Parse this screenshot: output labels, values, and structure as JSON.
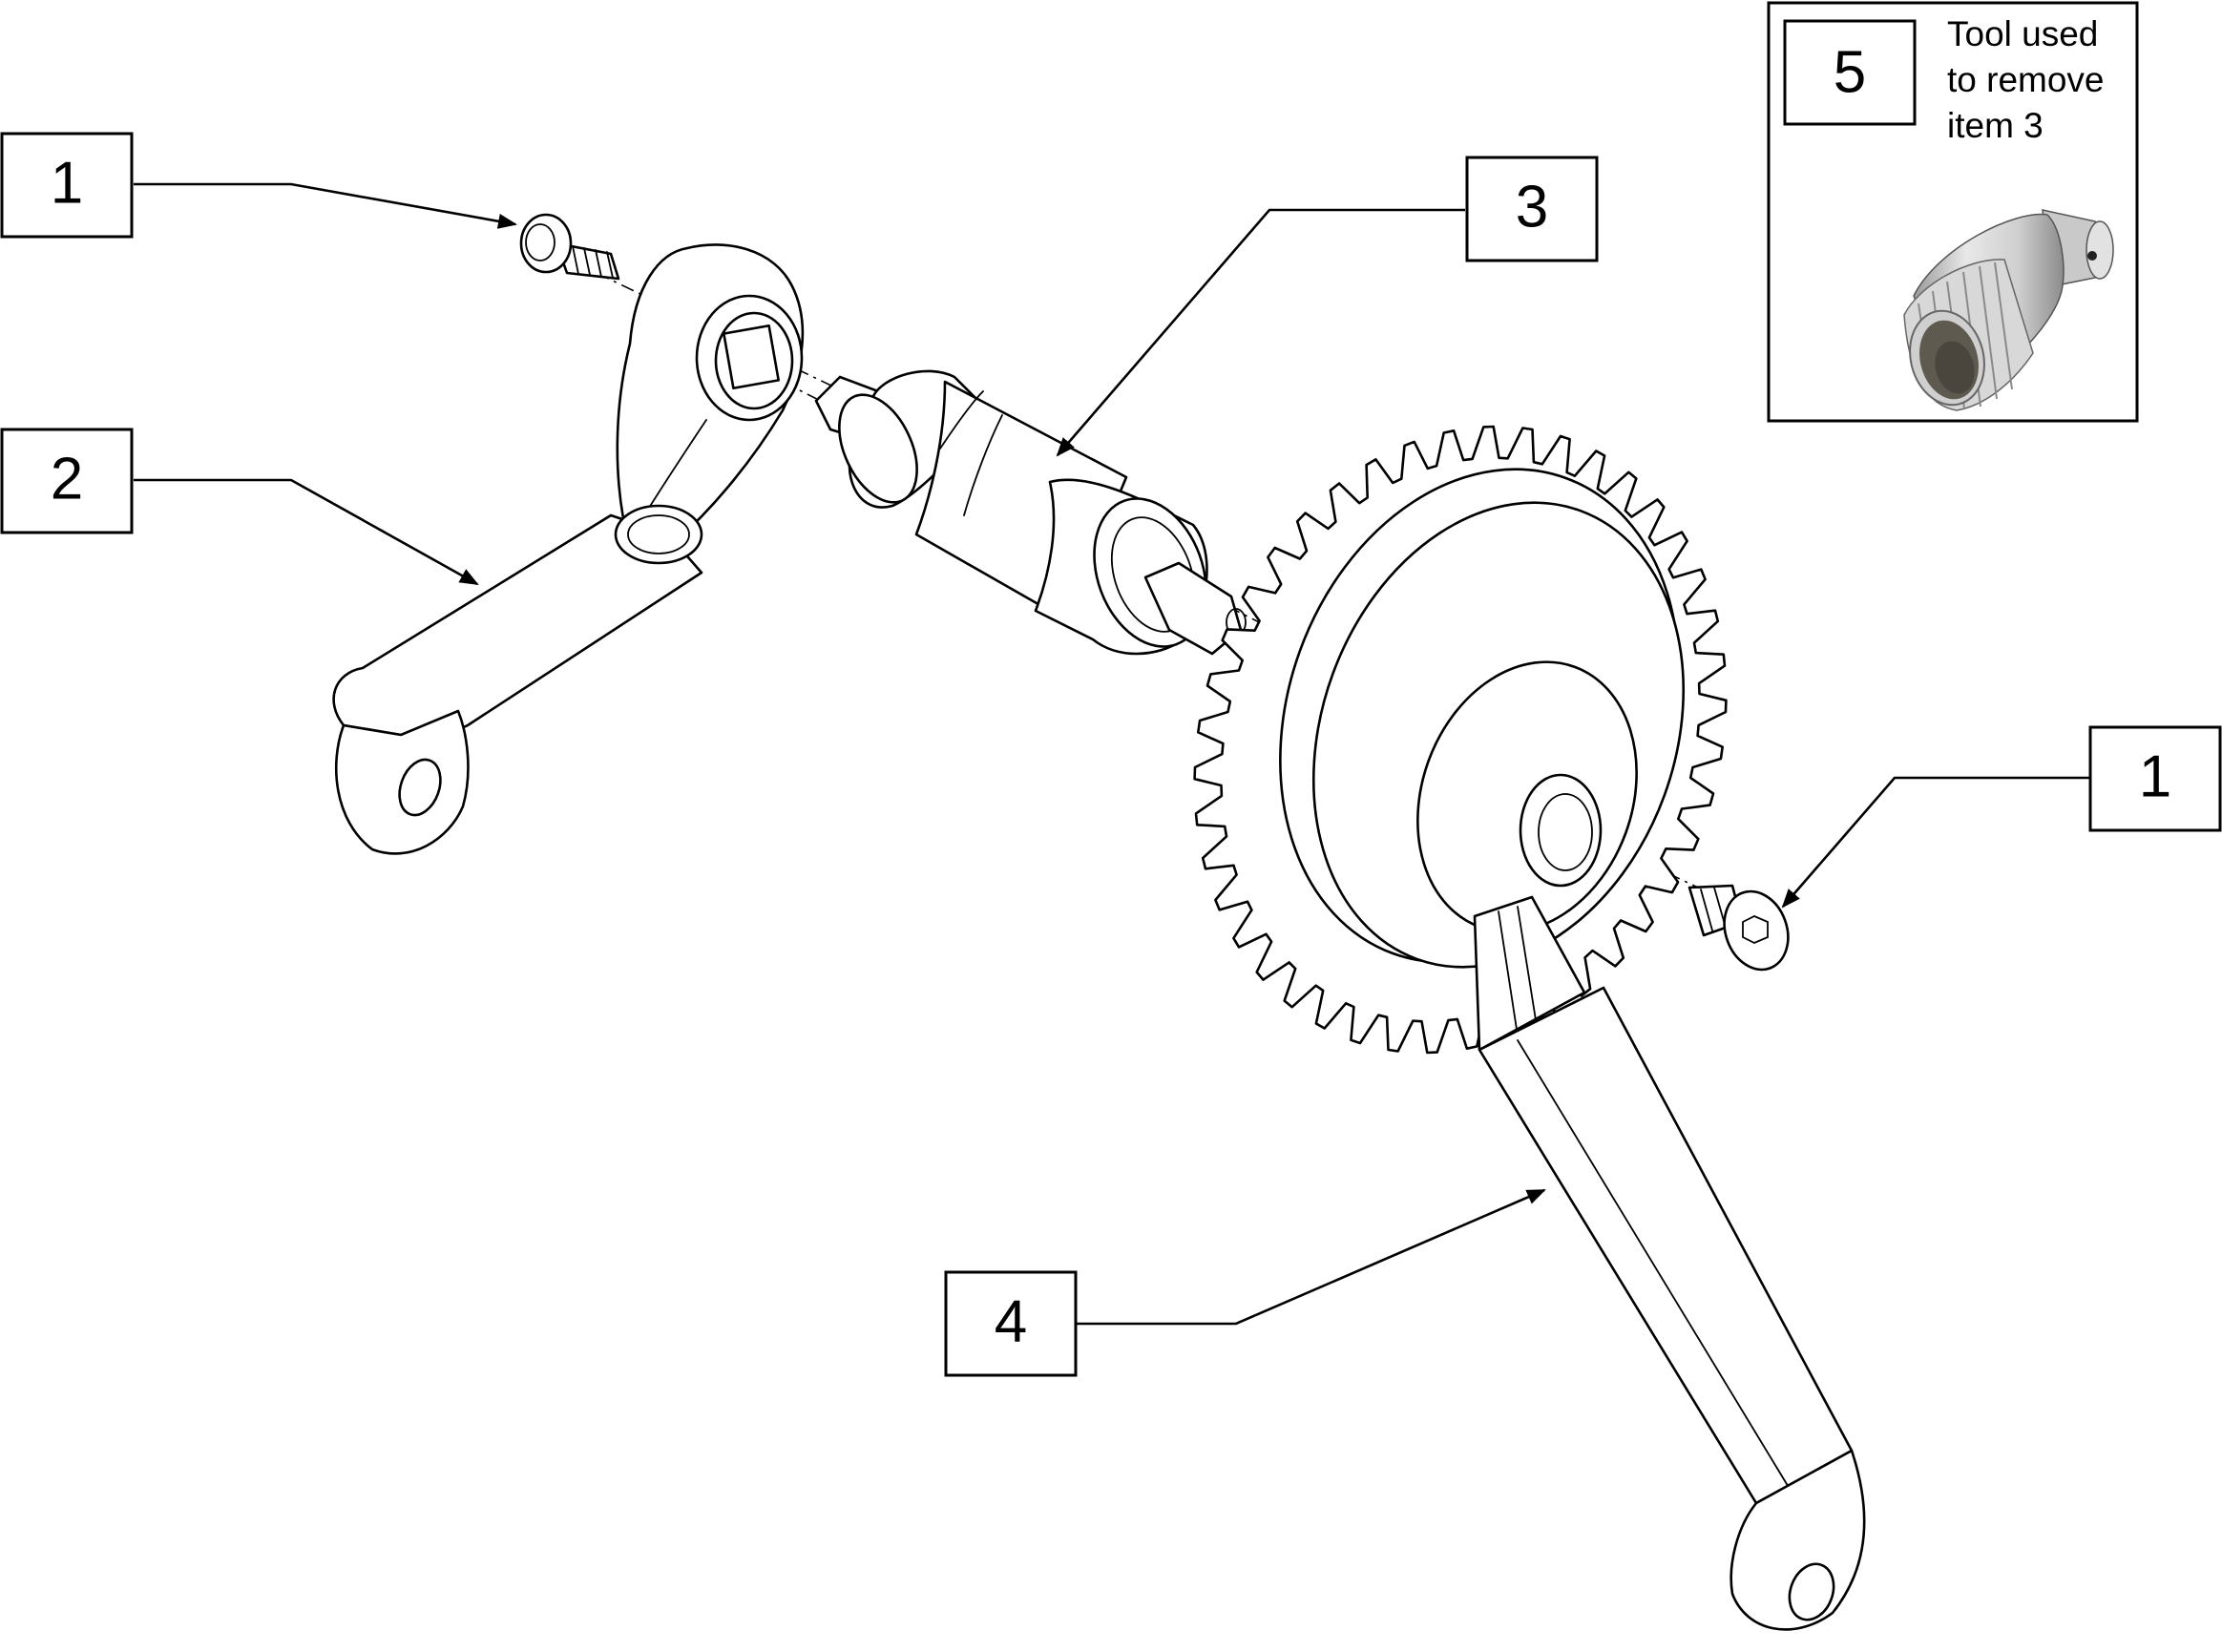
{
  "callouts": [
    {
      "id": "callout-1-top",
      "label": "1"
    },
    {
      "id": "callout-2",
      "label": "2"
    },
    {
      "id": "callout-3",
      "label": "3"
    },
    {
      "id": "callout-4",
      "label": "4"
    },
    {
      "id": "callout-1-right",
      "label": "1"
    },
    {
      "id": "callout-5",
      "label": "5"
    }
  ],
  "tool_box": {
    "label": "5",
    "note_lines": [
      "Tool used",
      "to remove",
      "item 3"
    ]
  },
  "parts": [
    {
      "item": "1",
      "name": "socket-head-bolt-icon"
    },
    {
      "item": "2",
      "name": "left-crank-arm-icon"
    },
    {
      "item": "3",
      "name": "bottom-bracket-cartridge-icon"
    },
    {
      "item": "4",
      "name": "right-crank-arm-with-chainring-icon"
    },
    {
      "item": "5",
      "name": "bottom-bracket-removal-tool-icon"
    }
  ]
}
